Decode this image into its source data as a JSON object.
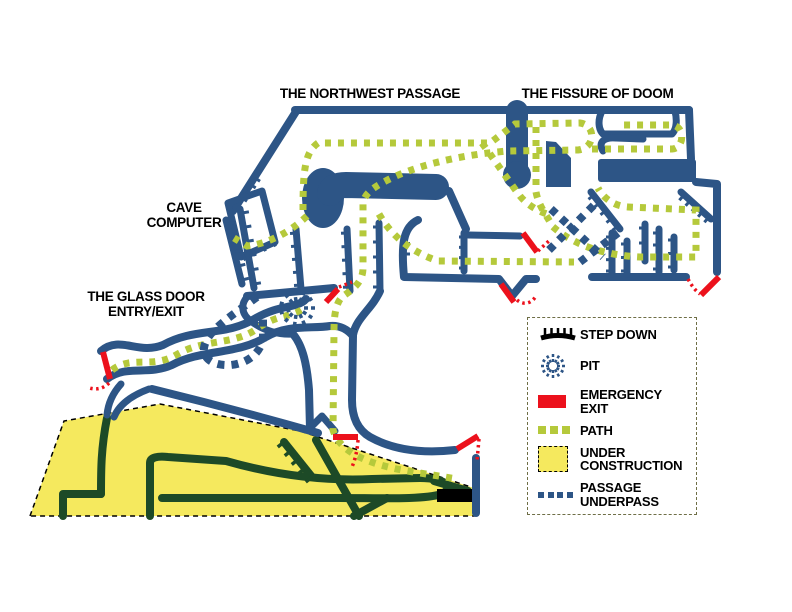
{
  "colors": {
    "wall": "#2d5586",
    "path": "#b5c93b",
    "yellow": "#f5e95e",
    "darkgreen": "#1d4a27",
    "red": "#ec111c",
    "black": "#000000"
  },
  "map": {
    "labels": {
      "northwest_passage": "THE NORTHWEST PASSAGE",
      "fissure_of_doom": "THE FISSURE OF DOOM",
      "cave_computer_line1": "CAVE",
      "cave_computer_line2": "COMPUTER",
      "glass_door_line1": "THE GLASS DOOR",
      "glass_door_line2": "ENTRY/EXIT"
    }
  },
  "legend": {
    "items": [
      {
        "id": "step-down",
        "line1": "STEP DOWN",
        "line2": ""
      },
      {
        "id": "pit",
        "line1": "PIT",
        "line2": ""
      },
      {
        "id": "emergency-exit",
        "line1": "EMERGENCY",
        "line2": "EXIT"
      },
      {
        "id": "path",
        "line1": "PATH",
        "line2": ""
      },
      {
        "id": "under-construction",
        "line1": "UNDER",
        "line2": "CONSTRUCTION"
      },
      {
        "id": "passage-underpass",
        "line1": "PASSAGE",
        "line2": "UNDERPASS"
      }
    ]
  }
}
